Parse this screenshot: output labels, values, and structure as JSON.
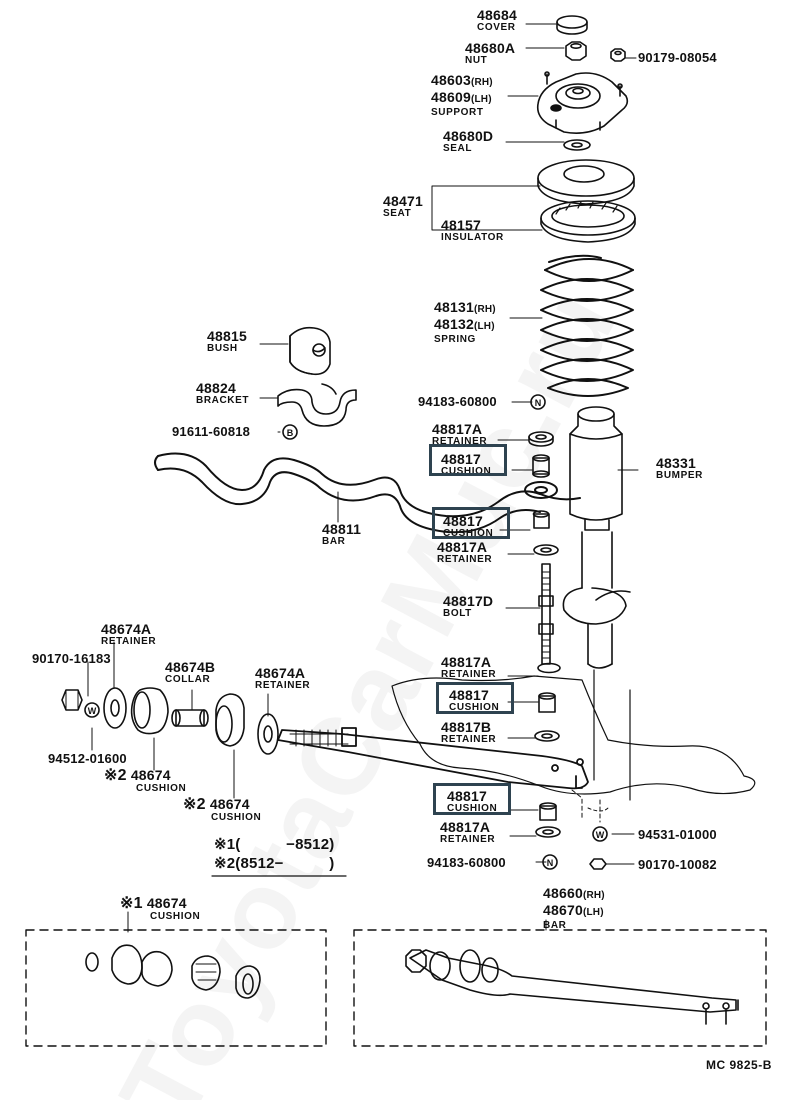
{
  "watermark": "ToyotaCarMuc.ru",
  "diagram_code": "MC 9825-B",
  "note_1": "※1(　　　−8512)",
  "note_2": "※2(8512−　　　)",
  "parts": {
    "cover": {
      "number": "48684",
      "name": "COVER"
    },
    "nut_top": {
      "number": "48680A",
      "name": "NUT"
    },
    "nut_small": {
      "number": "90179-08054"
    },
    "support": {
      "number_rh": "48603",
      "suffix_rh": "(RH)",
      "number_lh": "48609",
      "suffix_lh": "(LH)",
      "name": "SUPPORT"
    },
    "seal": {
      "number": "48680D",
      "name": "SEAL"
    },
    "seat": {
      "number": "48471",
      "name": "SEAT"
    },
    "insulator": {
      "number": "48157",
      "name": "INSULATOR"
    },
    "spring": {
      "number_rh": "48131",
      "suffix_rh": "(RH)",
      "number_lh": "48132",
      "suffix_lh": "(LH)",
      "name": "SPRING"
    },
    "bush": {
      "number": "48815",
      "name": "BUSH"
    },
    "bracket": {
      "number": "48824",
      "name": "BRACKET"
    },
    "bolt_b": {
      "number": "91611-60818",
      "mark": "B"
    },
    "nut_n_upper": {
      "number": "94183-60800",
      "mark": "N"
    },
    "retainer_1": {
      "number": "48817A",
      "name": "RETAINER"
    },
    "cushion_1": {
      "number": "48817",
      "name": "CUSHION"
    },
    "bumper": {
      "number": "48331",
      "name": "BUMPER"
    },
    "cushion_2": {
      "number": "48817",
      "name": "CUSHION"
    },
    "retainer_2": {
      "number": "48817A",
      "name": "RETAINER"
    },
    "stab_bar": {
      "number": "48811",
      "name": "BAR"
    },
    "bolt_d": {
      "number": "48817D",
      "name": "BOLT"
    },
    "retainer_3": {
      "number": "48817A",
      "name": "RETAINER"
    },
    "cushion_3": {
      "number": "48817",
      "name": "CUSHION"
    },
    "retainer_b": {
      "number": "48817B",
      "name": "RETAINER"
    },
    "cushion_4": {
      "number": "48817",
      "name": "CUSHION"
    },
    "retainer_4": {
      "number": "48817A",
      "name": "RETAINER"
    },
    "nut_n_lower": {
      "number": "94183-60800",
      "mark": "N"
    },
    "washer_w_right": {
      "number": "94531-01000",
      "mark": "W"
    },
    "nut_90170": {
      "number": "90170-10082"
    },
    "retainer_5": {
      "number": "48674A",
      "name": "RETAINER"
    },
    "nut_left": {
      "number": "90170-16183"
    },
    "collar": {
      "number": "48674B",
      "name": "COLLAR"
    },
    "retainer_6": {
      "number": "48674A",
      "name": "RETAINER"
    },
    "washer_w_left": {
      "number": "94512-01600",
      "mark": "W"
    },
    "cushion_5": {
      "mark": "※2",
      "number": "48674",
      "name": "CUSHION"
    },
    "cushion_6": {
      "mark": "※2",
      "number": "48674",
      "name": "CUSHION"
    },
    "cushion_box": {
      "mark": "※1",
      "number": "48674",
      "name": "CUSHION"
    },
    "strut_bar": {
      "number_rh": "48660",
      "suffix_rh": "(RH)",
      "number_lh": "48670",
      "suffix_lh": "(LH)",
      "name": "BAR"
    }
  }
}
